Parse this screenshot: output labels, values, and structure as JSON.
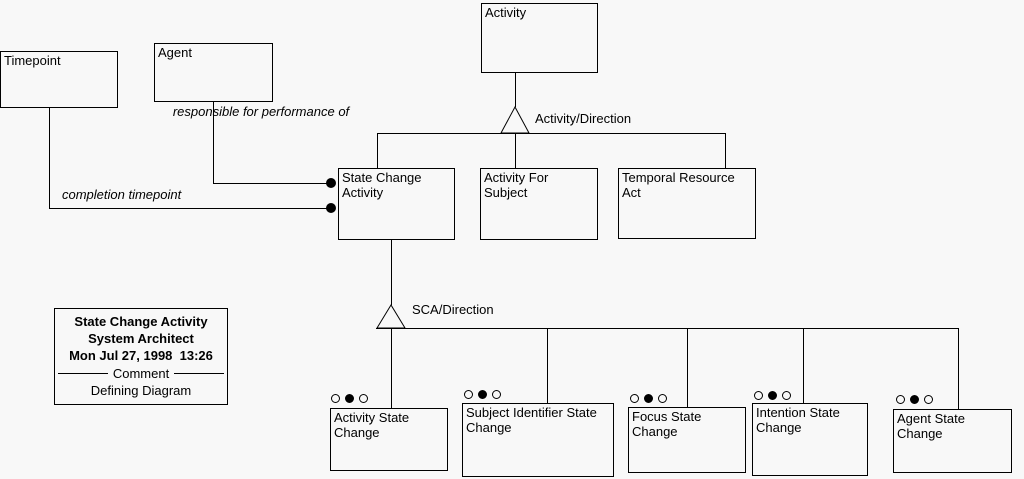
{
  "colors": {
    "background": "#f8f8f8",
    "line": "#000000",
    "text": "#000000"
  },
  "entities": {
    "activity": "Activity",
    "timepoint": "Timepoint",
    "agent": "Agent",
    "state_change_activity": "State Change Activity",
    "activity_for_subject": "Activity For Subject",
    "temporal_resource_act": "Temporal Resource Act",
    "activity_state_change": "Activity State Change",
    "subject_identifier_state_change": "Subject Identifier State Change",
    "focus_state_change": "Focus State Change",
    "intention_state_change": "Intention State Change",
    "agent_state_change": "Agent State Change"
  },
  "relationships": {
    "responsible_for": "responsible for performance of",
    "completion_timepoint": "completion timepoint",
    "activity_direction": "Activity/Direction",
    "sca_direction": "SCA/Direction"
  },
  "info_box": {
    "diagram_title": "State Change Activity",
    "tool_name": "System Architect",
    "timestamp": "Mon Jul 27, 1998  13:26",
    "section_label": "Comment",
    "comment_text": "Defining Diagram"
  }
}
